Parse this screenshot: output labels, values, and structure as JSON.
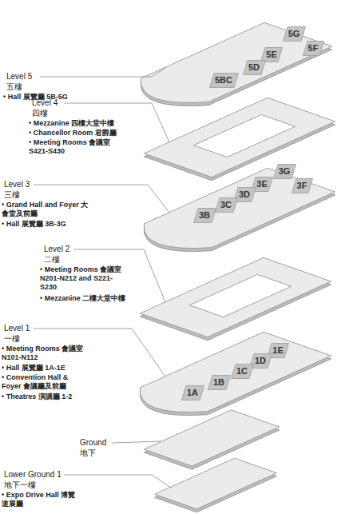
{
  "diagram": {
    "nodes": [
      {
        "text": [
          "5G"
        ]
      },
      {
        "text": [
          "5F"
        ]
      },
      {
        "text": [
          "5E"
        ]
      },
      {
        "text": [
          "5D"
        ]
      },
      {
        "text": [
          "5BC"
        ]
      },
      {
        "text": [
          "3G"
        ]
      },
      {
        "text": [
          "3F"
        ]
      },
      {
        "text": [
          "3E"
        ]
      },
      {
        "text": [
          "3D"
        ]
      },
      {
        "text": [
          "3C"
        ]
      },
      {
        "text": [
          "3B"
        ]
      },
      {
        "text": [
          "1E"
        ]
      },
      {
        "text": [
          "1D"
        ]
      },
      {
        "text": [
          "1C"
        ]
      },
      {
        "text": [
          "1B"
        ]
      },
      {
        "text": [
          "1A"
        ]
      }
    ],
    "labels": [
      "Level 5",
      "五樓",
      "• Hall 展覽廳 5B-5G",
      "Level 4",
      "四樓",
      "• Mezzanine 四樓大堂中樓",
      "• Chancellor Room 君爵廳",
      "• Meeting Rooms 會議室 S421-S430",
      "Level 3",
      "三樓",
      "• Grand Hall and Foyer 大會堂及前廳",
      "• Hall 展覽廳 3B-3G",
      "Level 2",
      "二樓",
      "• Meeting Rooms 會議室 N201-N212 and S221-S230",
      "• Mezzanine 二樓大堂中樓",
      "Level 1",
      "一樓",
      "• Meeting Rooms 會議室 N101-N112",
      "• Hall 展覽廳 1A-1E",
      "• Convention Hall & Foyer 會議廳及前廳",
      "• Theatres 演講廳 1-2",
      "Ground",
      "地下",
      "Lower Ground 1",
      "地下一樓",
      "• Expo Drive Hall 博覽道展廳"
    ]
  }
}
